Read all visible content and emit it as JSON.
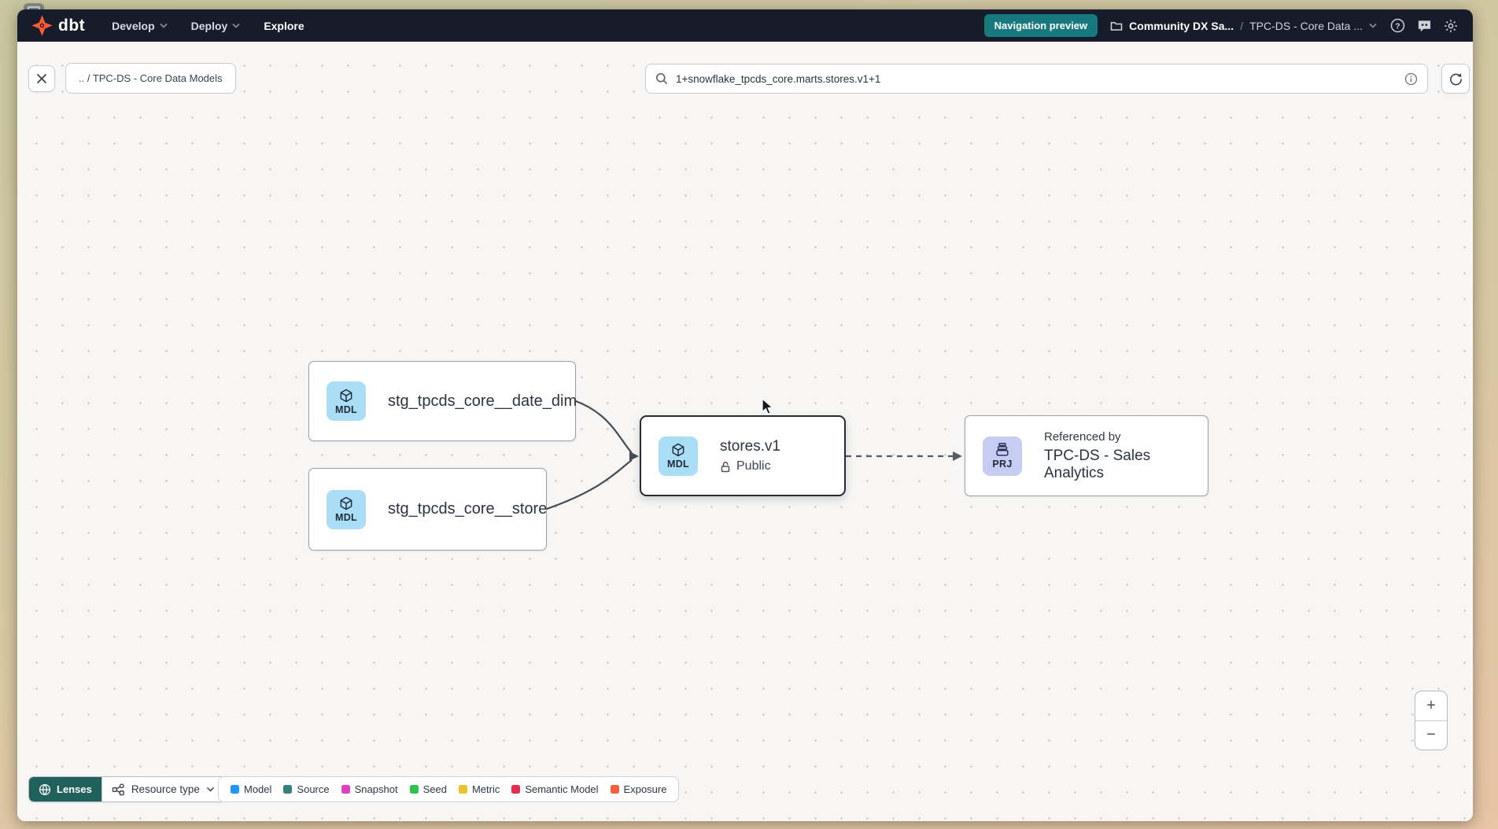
{
  "topnav": {
    "logo_text": "dbt",
    "menus": [
      {
        "label": "Develop"
      },
      {
        "label": "Deploy"
      },
      {
        "label": "Explore"
      }
    ],
    "preview_badge": "Navigation preview",
    "breadcrumb": {
      "project": "Community DX Sa...",
      "separator": "/",
      "current": "TPC-DS - Core Data ..."
    }
  },
  "toolbar": {
    "breadcrumb_chip": ".. / TPC-DS - Core Data Models",
    "search_value": "1+snowflake_tpcds_core.marts.stores.v1+1"
  },
  "canvas": {
    "nodes": [
      {
        "badge": "MDL",
        "label": "stg_tpcds_core__date_dim"
      },
      {
        "badge": "MDL",
        "label": "stg_tpcds_core__store"
      },
      {
        "badge": "MDL",
        "label": "stores.v1",
        "access": "Public"
      },
      {
        "badge": "PRJ",
        "kicker": "Referenced by",
        "label": "TPC-DS - Sales Analytics"
      }
    ]
  },
  "footer": {
    "lenses_label": "Lenses",
    "resource_type_label": "Resource type",
    "legend": [
      {
        "label": "Model",
        "color": "#2196f3"
      },
      {
        "label": "Source",
        "color": "#37817f"
      },
      {
        "label": "Snapshot",
        "color": "#df3ebe"
      },
      {
        "label": "Seed",
        "color": "#2fc24f"
      },
      {
        "label": "Metric",
        "color": "#ecc12d"
      },
      {
        "label": "Semantic Model",
        "color": "#e62c54"
      },
      {
        "label": "Exposure",
        "color": "#f2613c"
      }
    ]
  },
  "zoom_controls": {
    "zoom_in": "+",
    "zoom_out": "−"
  },
  "colors": {
    "accent_teal": "#17797e",
    "nav_bg": "#161c2a",
    "model_icon_bg": "#a9def6",
    "project_icon_bg": "#c6cdf3"
  }
}
